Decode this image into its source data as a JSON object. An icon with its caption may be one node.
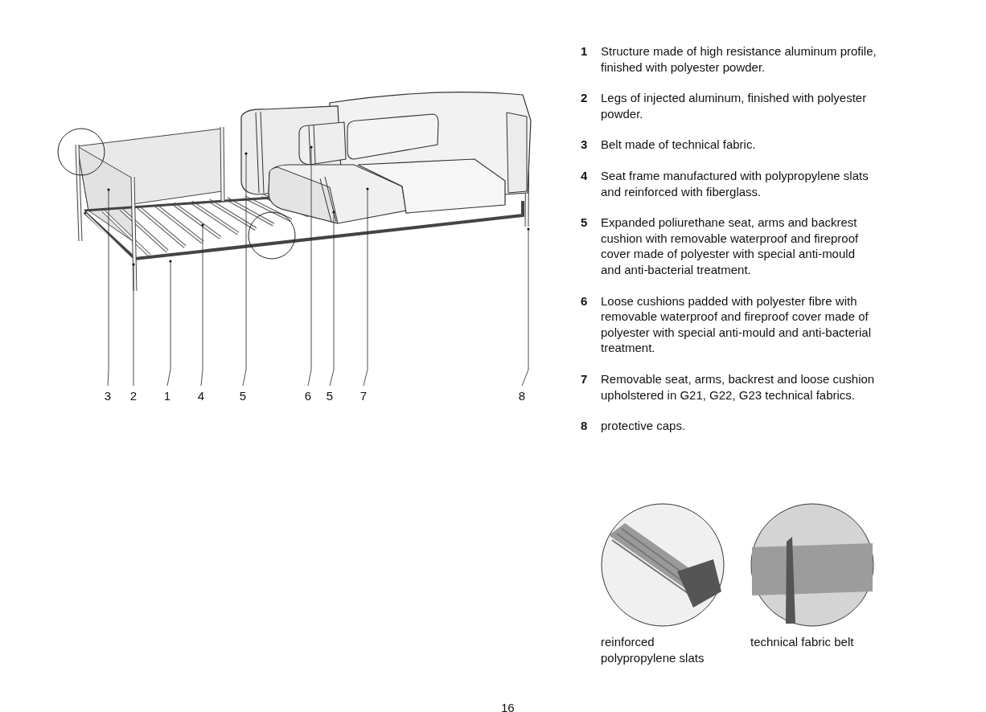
{
  "diagram": {
    "nodes": [
      {
        "text": [
          "3"
        ]
      },
      {
        "text": [
          "2"
        ]
      },
      {
        "text": [
          "1"
        ]
      },
      {
        "text": [
          "4"
        ]
      },
      {
        "text": [
          "5"
        ]
      },
      {
        "text": [
          "6"
        ]
      },
      {
        "text": [
          "5"
        ]
      },
      {
        "text": [
          "7"
        ]
      },
      {
        "text": [
          "8"
        ]
      },
      {
        "text": [],
        "shape": "picture",
        "beside": [
          "reinforced polypropylene slats"
        ]
      },
      {
        "text": [],
        "shape": "picture",
        "beside": [
          "technical fabric belt"
        ]
      }
    ],
    "edges": [
      {
        "from": 0,
        "to": null,
        "arrow": "other"
      },
      {
        "from": 1,
        "to": null,
        "arrow": "other"
      },
      {
        "from": 2,
        "to": null,
        "arrow": "other"
      },
      {
        "from": 3,
        "to": null,
        "arrow": "other"
      },
      {
        "from": 4,
        "to": null,
        "arrow": "other"
      },
      {
        "from": 5,
        "to": null,
        "arrow": "other"
      },
      {
        "from": 6,
        "to": null,
        "arrow": "other"
      },
      {
        "from": 7,
        "to": null,
        "arrow": "other"
      },
      {
        "from": 8,
        "to": null,
        "arrow": "other"
      }
    ],
    "labels": [
      "1",
      "Structure made of high resistance aluminum profile, finished with polyester powder.",
      "2",
      "Legs of injected aluminum, finished with polyester powder.",
      "3",
      "Belt made of technical fabric.",
      "4",
      "Seat frame manufactured with polypropylene slats and reinforced with fiberglass.",
      "5",
      "Expanded poliurethane seat, arms and backrest cushion with removable waterproof and fireproof cover made of polyester with special anti-mould and anti-bacterial treatment.",
      "6",
      "Loose cushions padded with polyester fibre with removable waterproof and fireproof cover made of polyester with special anti-mould and anti-bacterial treatment.",
      "7",
      "Removable seat, arms, backrest and loose cushion upholstered in G21, G22, G23 technical fabrics.",
      "8",
      "protective caps.",
      "16"
    ]
  }
}
